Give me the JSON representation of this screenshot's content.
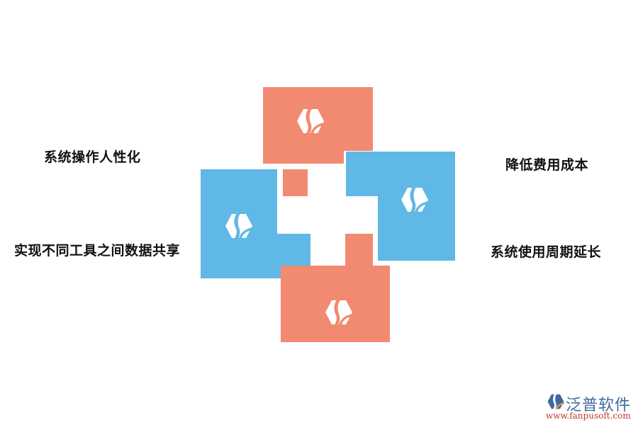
{
  "colors": {
    "salmon": "#f18a71",
    "blue": "#5fb8e6",
    "text": "#111111",
    "brand_blue": "#3d6aa0",
    "brand_red": "#c0392b"
  },
  "labels": {
    "top_left": "系统操作人性化",
    "bottom_left": "实现不同工具之间数据共享",
    "top_right": "降低费用成本",
    "bottom_right": "系统使用周期延长"
  },
  "blocks": [
    {
      "name": "top-block",
      "color": "salmon",
      "icon": "hexagon-logo-icon"
    },
    {
      "name": "left-block",
      "color": "blue",
      "icon": "hexagon-logo-icon"
    },
    {
      "name": "right-block",
      "color": "blue",
      "icon": "hexagon-logo-icon"
    },
    {
      "name": "bottom-block",
      "color": "salmon",
      "icon": "hexagon-logo-icon"
    }
  ],
  "brand": {
    "name": "泛普软件",
    "url": "www.fanpusoft.com",
    "icon": "fanpu-logo-icon"
  }
}
